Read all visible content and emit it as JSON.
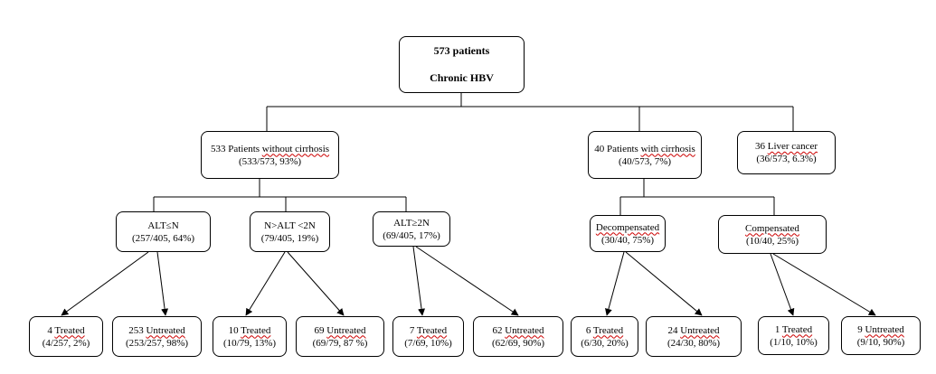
{
  "root": {
    "line1": "573 patients",
    "line2": "Chronic HBV"
  },
  "level1": {
    "without": {
      "prefix": "533 Patients ",
      "underlined": "without cirrhosis",
      "stats": "(533/573, 93%)"
    },
    "with": {
      "prefix": "40 Patients ",
      "underlined": "with cirrhosis",
      "stats": "(40/573, 7%)"
    },
    "cancer": {
      "prefix": "36 ",
      "underlined": "Liver cancer",
      "stats": "(36/573, 6.3%)"
    }
  },
  "level2": {
    "alt_low": {
      "label": "ALT≤N",
      "stats": "(257/405, 64%)"
    },
    "alt_mid": {
      "label": "N>ALT <2N",
      "stats": "(79/405, 19%)"
    },
    "alt_high": {
      "label": "ALT≥2N",
      "stats": "(69/405, 17%)"
    },
    "decomp": {
      "label": "Decompensated",
      "stats": "(30/40, 75%)"
    },
    "comp": {
      "label": "Compensated",
      "stats": "(10/40, 25%)"
    }
  },
  "leaves": [
    {
      "num": "4 ",
      "word": "Treated",
      "stats": "(4/257, 2%)"
    },
    {
      "num": "253 ",
      "word": "Untreated",
      "stats": "(253/257, 98%)"
    },
    {
      "num": "10 ",
      "word": "Treated",
      "stats": "(10/79, 13%)"
    },
    {
      "num": "69 ",
      "word": "Untreated",
      "stats": "(69/79, 87 %)"
    },
    {
      "num": "7 ",
      "word": "Treated",
      "stats": "(7/69, 10%)"
    },
    {
      "num": "62 ",
      "word": "Untreated",
      "stats": "(62/69, 90%)"
    },
    {
      "num": "6 ",
      "word": "Treated",
      "stats": "(6/30, 20%)"
    },
    {
      "num": "24 ",
      "word": "Untreated",
      "stats": "(24/30, 80%)"
    },
    {
      "num": "1 ",
      "word": "Treated",
      "stats": "(1/10, 10%)"
    },
    {
      "num": "9 ",
      "word": "Untreated",
      "stats": "(9/10, 90%)"
    }
  ]
}
